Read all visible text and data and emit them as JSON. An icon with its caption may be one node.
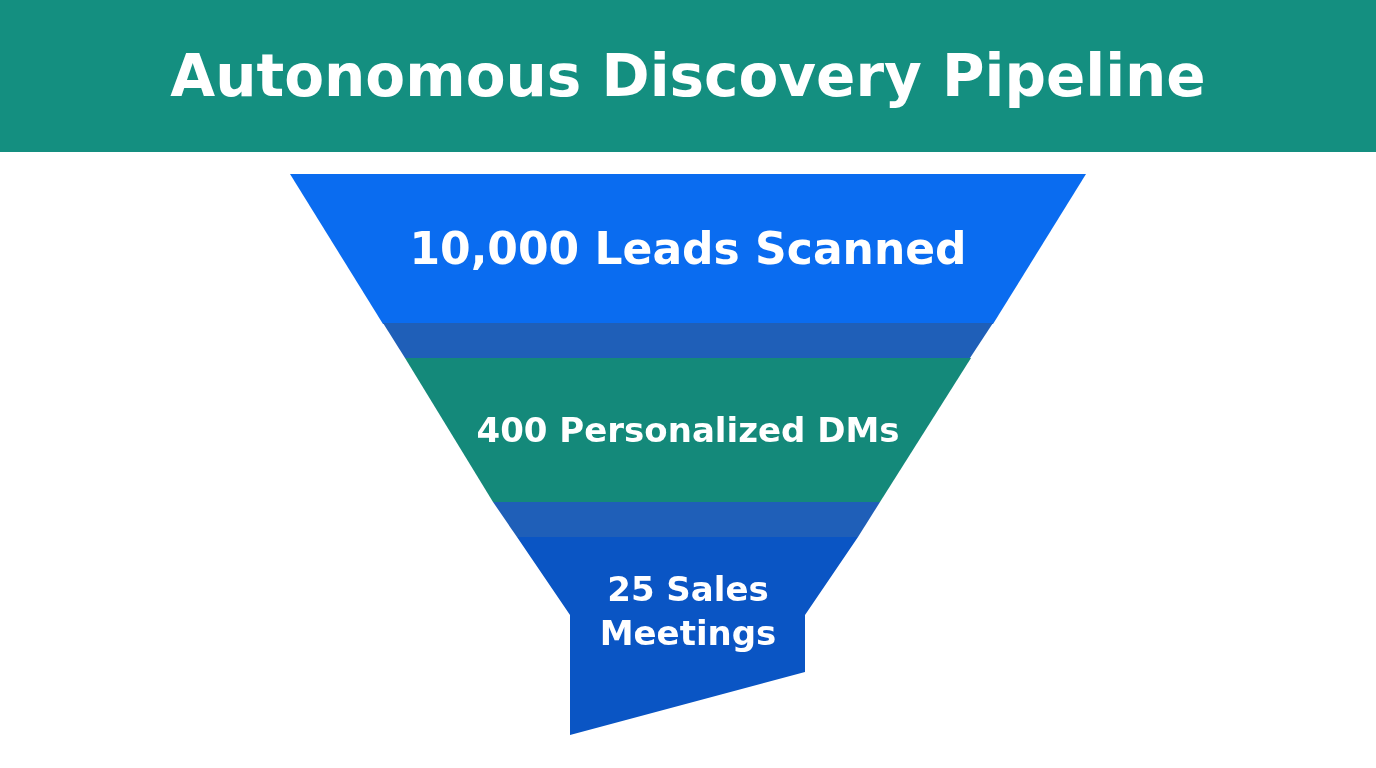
{
  "diagram": {
    "title": "Autonomous Discovery Pipeline",
    "nodes": [
      {
        "text": [
          "10,000 Leads Scanned"
        ]
      },
      {
        "text": [
          "400 Personalized DMs"
        ]
      },
      {
        "text": [
          "25 Sales Meetings"
        ]
      }
    ]
  }
}
